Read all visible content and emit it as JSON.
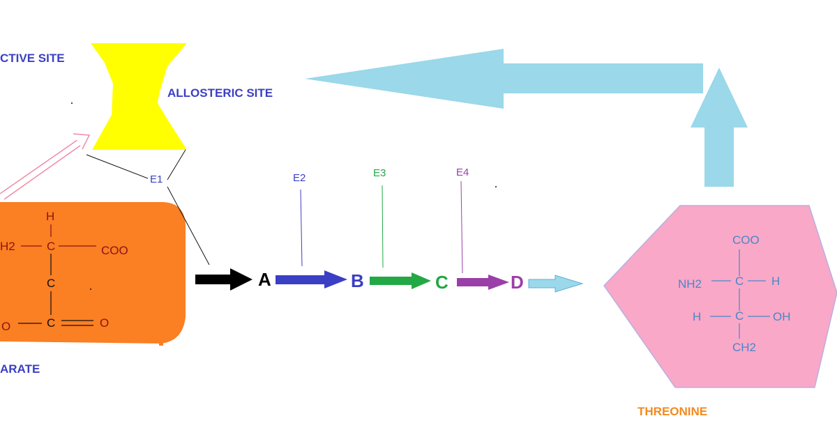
{
  "labels": {
    "active_site": "CTIVE SITE",
    "allosteric_site": "ALLOSTERIC SITE",
    "substrate": "ARATE",
    "product": "THREONINE"
  },
  "enzymes": {
    "e1": "E1",
    "e2": "E2",
    "e3": "E3",
    "e4": "E4"
  },
  "intermediates": {
    "a": "A",
    "b": "B",
    "c": "C",
    "d": "D"
  },
  "aspartate": {
    "h": "H",
    "nh2": "H2",
    "c1": "C",
    "coo": "COO",
    "c2": "C",
    "o_left": "O",
    "c3": "C",
    "o_right": "O"
  },
  "threonine": {
    "coo": "COO",
    "nh2": "NH2",
    "c1": "C",
    "h1": "H",
    "h2": "H",
    "c2": "C",
    "oh": "OH",
    "ch2": "CH2"
  },
  "colors": {
    "label_blue": "#3b3fc4",
    "orange": "#fb7f23",
    "pink": "#f9a8c8",
    "yellow": "#ffff00",
    "light_blue": "#9ad8ea",
    "green": "#22a845",
    "purple": "#9b3fa8",
    "threonine_label": "#f28a1e"
  }
}
